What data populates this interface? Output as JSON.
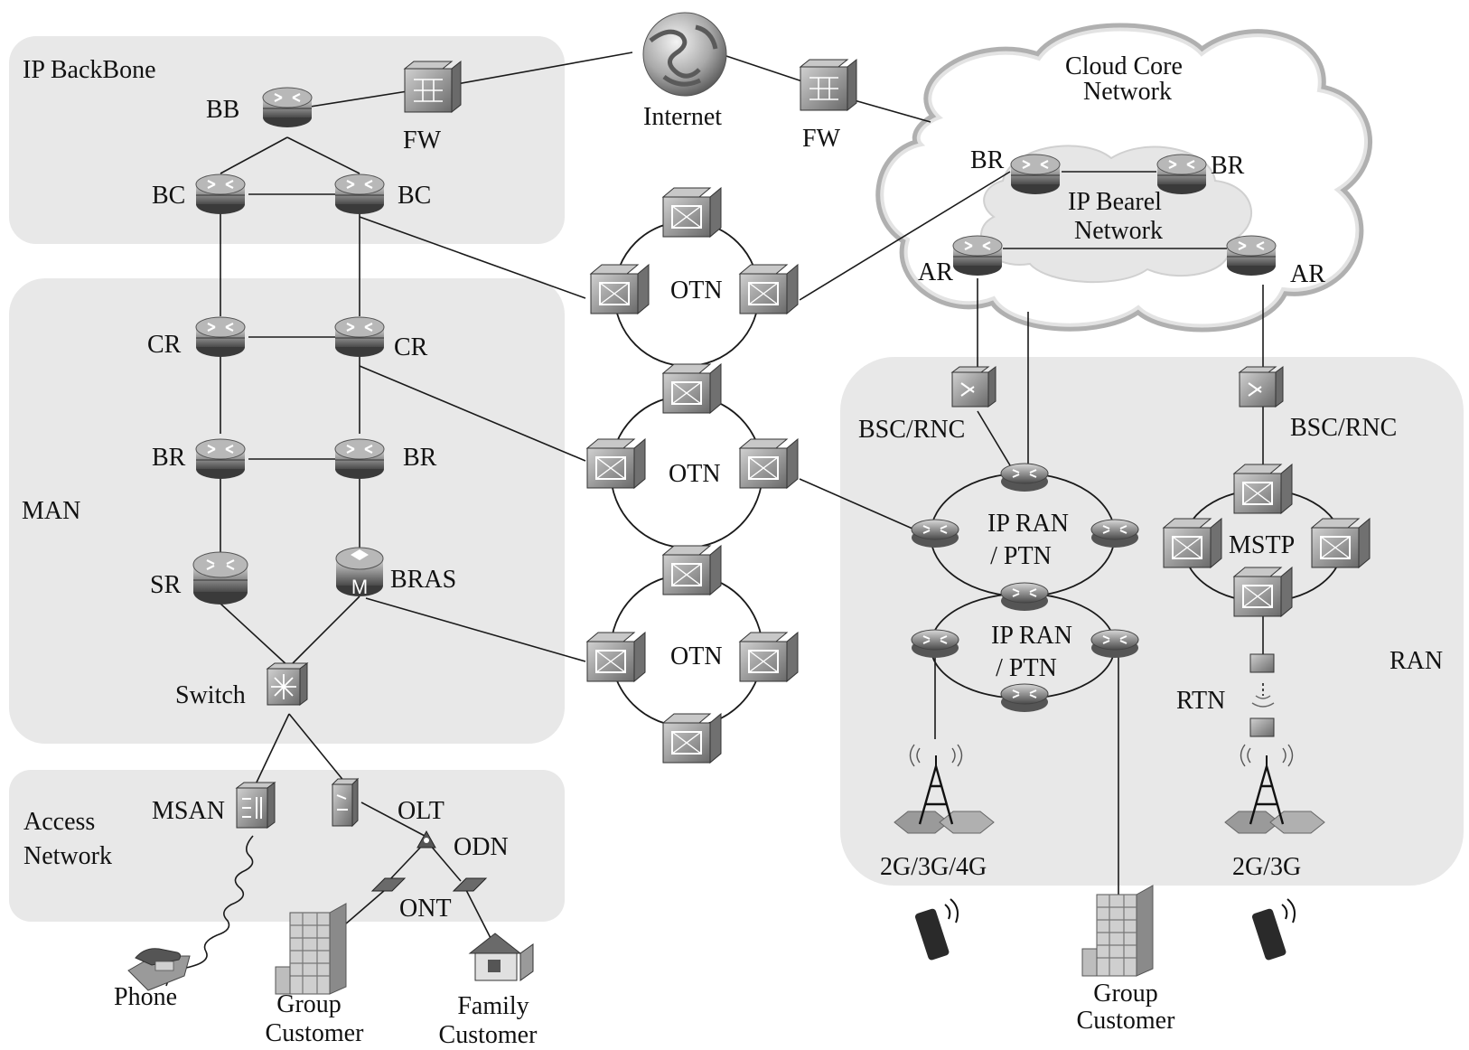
{
  "zones": {
    "ip_backbone": "IP BackBone",
    "man": "MAN",
    "access_network_line1": "Access",
    "access_network_line2": "Network",
    "ran": "RAN"
  },
  "cloud": {
    "title_line1": "Cloud Core",
    "title_line2": "Network",
    "bearer_line1": "IP Bearel",
    "bearer_line2": "Network"
  },
  "nodes": {
    "bb": "BB",
    "fw_left": "FW",
    "internet": "Internet",
    "fw_right": "FW",
    "bc_left": "BC",
    "bc_right": "BC",
    "cr_left": "CR",
    "cr_right": "CR",
    "br_left": "BR",
    "br_right": "BR",
    "sr": "SR",
    "bras": "BRAS",
    "bras_mark": "M",
    "switch": "Switch",
    "msan": "MSAN",
    "olt": "OLT",
    "odn": "ODN",
    "ont": "ONT",
    "otn_1": "OTN",
    "otn_2": "OTN",
    "otn_3": "OTN",
    "cloud_br_left": "BR",
    "cloud_br_right": "BR",
    "ar_left": "AR",
    "ar_right": "AR",
    "bsc_left": "BSC/RNC",
    "bsc_right": "BSC/RNC",
    "ipran_1_line1": "IP RAN",
    "ipran_1_line2": "/ PTN",
    "ipran_2_line1": "IP RAN",
    "ipran_2_line2": "/ PTN",
    "mstp": "MSTP",
    "rtn": "RTN",
    "tower_left": "2G/3G/4G",
    "tower_right": "2G/3G"
  },
  "endpoints": {
    "phone": "Phone",
    "group_customer_line1": "Group",
    "group_customer_line2": "Customer",
    "family_customer_line1": "Family",
    "family_customer_line2": "Customer",
    "group_customer_ran_line1": "Group",
    "group_customer_ran_line2": "Customer"
  }
}
